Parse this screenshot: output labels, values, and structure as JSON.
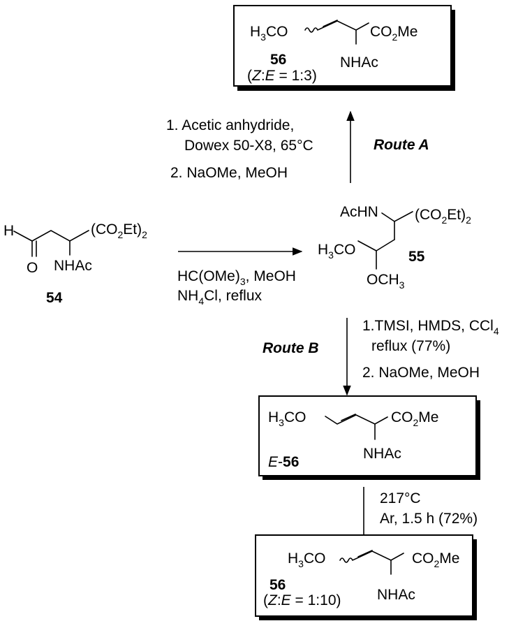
{
  "compounds": {
    "c54": {
      "label": "54",
      "h": "H",
      "o": "O",
      "ester": "(CO",
      "ester_sub": "2",
      "ester_end": "Et)",
      "ester_sub2": "2",
      "nhac": "NHAc"
    },
    "c55": {
      "label": "55",
      "achn": "AcHN",
      "ester": "(CO",
      "ester_sub": "2",
      "ester_end": "Et)",
      "ester_sub2": "2",
      "h3co_h": "H",
      "h3co_sub": "3",
      "h3co_end": "CO",
      "och3": "OCH",
      "och3_sub": "3"
    },
    "top56": {
      "label": "56",
      "ratio_open": "(",
      "ratio_z": "Z",
      "ratio_colon": ":",
      "ratio_e": "E",
      "ratio_val": " = 1:3)",
      "h3co_h": "H",
      "h3co_sub": "3",
      "h3co_end": "CO",
      "co2me": "CO",
      "co2me_sub": "2",
      "co2me_end": "Me",
      "nhac": "NHAc"
    },
    "mid56": {
      "prefix": "E",
      "dash": "-",
      "label": "56",
      "h3co_h": "H",
      "h3co_sub": "3",
      "h3co_end": "CO",
      "co2me": "CO",
      "co2me_sub": "2",
      "co2me_end": "Me",
      "nhac": "NHAc"
    },
    "bot56": {
      "label": "56",
      "ratio_open": "(",
      "ratio_z": "Z",
      "ratio_colon": ":",
      "ratio_e": "E",
      "ratio_val": " = 1:10)",
      "h3co_h": "H",
      "h3co_sub": "3",
      "h3co_end": "CO",
      "co2me": "CO",
      "co2me_sub": "2",
      "co2me_end": "Me",
      "nhac": "NHAc"
    }
  },
  "reactions": {
    "route_a": {
      "label": "Route A",
      "step1_line1": "1. Acetic anhydride,",
      "step1_line2": "Dowex 50-X8, 65°C",
      "step2": "2. NaOMe, MeOH"
    },
    "acetal": {
      "line1_a": "HC(OMe)",
      "line1_sub": "3",
      "line1_b": ", MeOH",
      "line2_a": "NH",
      "line2_sub": "4",
      "line2_b": "Cl, reflux"
    },
    "route_b": {
      "label": "Route B",
      "step1_a": "1.TMSI, HMDS, CCl",
      "step1_sub": "4",
      "step1_line2": "reflux  (77%)",
      "step2": "2. NaOMe, MeOH"
    },
    "thermal": {
      "line1": "217°C",
      "line2": "Ar, 1.5 h  (72%)"
    }
  }
}
